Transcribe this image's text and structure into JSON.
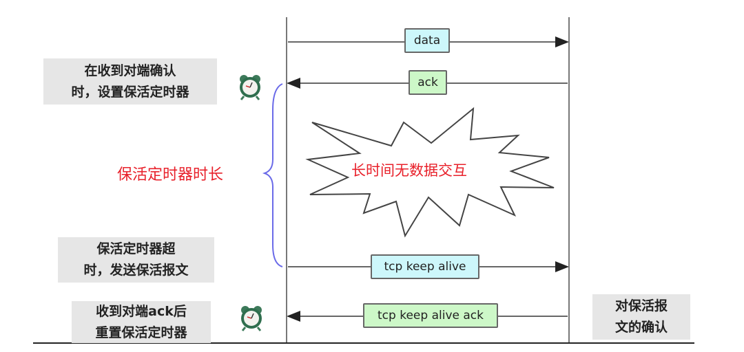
{
  "notes": {
    "set_timer": "在收到对端确认\n时，设置保活定时器",
    "timeout": "保活定时器超\n时，发送保活报文",
    "reset_timer": "收到对端ack后\n重置保活定时器",
    "ack_of_keepalive": "对保活报\n文的确认"
  },
  "labels": {
    "timer_duration": "保活定时器时长",
    "idle": "长时间无数据交互"
  },
  "messages": [
    {
      "label": "data",
      "direction": "right"
    },
    {
      "label": "ack",
      "direction": "left"
    },
    {
      "label": "tcp keep alive",
      "direction": "right"
    },
    {
      "label": "tcp keep alive ack",
      "direction": "left"
    }
  ],
  "icons": [
    "alarm-clock-icon",
    "alarm-clock-icon"
  ],
  "colors": {
    "data_box": "#cdf7fb",
    "ack_box": "#cdf8c8",
    "red_text": "#e8202a",
    "brace": "#6a6ae8"
  }
}
